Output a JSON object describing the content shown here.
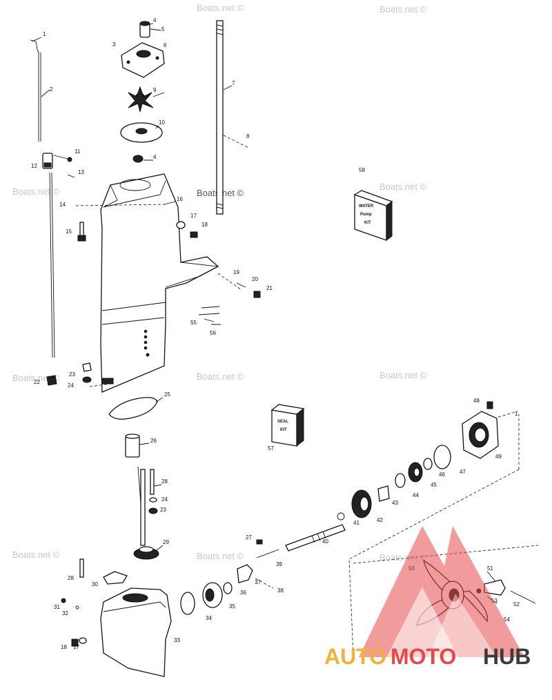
{
  "watermark": "Boats.net ©",
  "logo": {
    "part1": "AUTO",
    "part2": "MOTO",
    "part3": "HUB",
    "color1": "#f2b23a",
    "color2": "#e8484a",
    "color3": "#3b3b3b"
  },
  "kits": {
    "water_pump_kit_lines": [
      "WATER",
      "Pump",
      "KIT"
    ],
    "seal_kit_lines": [
      "SEAL",
      "KIT"
    ]
  },
  "callouts": [
    "1",
    "2",
    "3",
    "4",
    "5",
    "6",
    "7",
    "8",
    "9",
    "10",
    "11",
    "12",
    "13",
    "14",
    "15",
    "16",
    "17",
    "18",
    "19",
    "20",
    "21",
    "22",
    "23",
    "24",
    "25",
    "26",
    "27",
    "28",
    "29",
    "30",
    "31",
    "32",
    "33",
    "34",
    "35",
    "36",
    "37",
    "38",
    "39",
    "40",
    "41",
    "42",
    "43",
    "44",
    "45",
    "46",
    "47",
    "48",
    "49",
    "50",
    "51",
    "52",
    "53",
    "54",
    "55",
    "56",
    "57",
    "58"
  ],
  "callouts_repeat": [
    "4",
    "23",
    "24",
    "28",
    "17",
    "18",
    "1"
  ]
}
